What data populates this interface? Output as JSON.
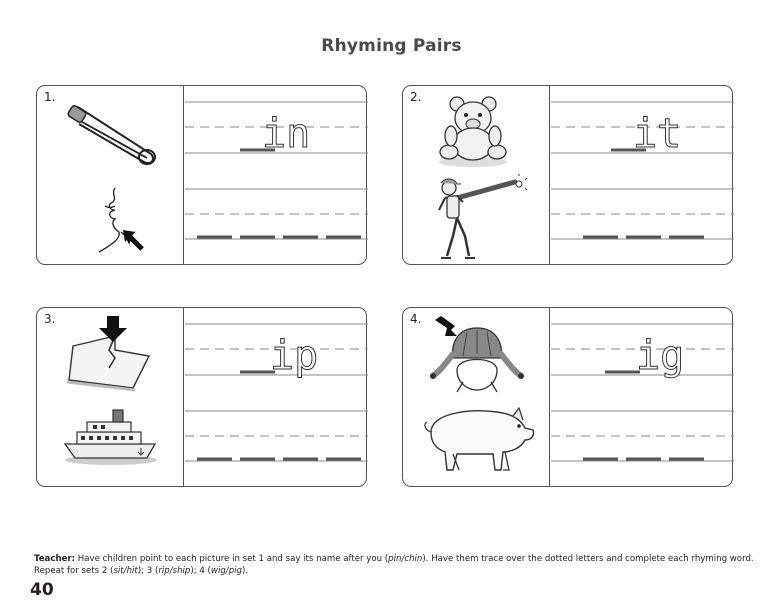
{
  "title": "Rhyming Pairs",
  "sets": [
    {
      "number": "1.",
      "pictures": [
        "safety-pin",
        "chin"
      ],
      "letters": "in"
    },
    {
      "number": "2.",
      "pictures": [
        "teddy-bear",
        "baseball-batter"
      ],
      "letters": "it"
    },
    {
      "number": "3.",
      "pictures": [
        "ripped-paper",
        "ship"
      ],
      "letters": "ip"
    },
    {
      "number": "4.",
      "pictures": [
        "wig",
        "pig"
      ],
      "letters": "ig"
    }
  ],
  "footer": {
    "label": "Teacher:",
    "text1": " Have children point to each picture in set 1 and say its name after you (",
    "ex1": "pin/chin",
    "text2": "). Have them trace over the dotted letters and complete each rhyming word. Repeat for sets 2 (",
    "ex2": "sit/hit",
    "text3": "); 3 (",
    "ex3": "rip/ship",
    "text4": "); 4 (",
    "ex4": "wig/pig",
    "text5": ")."
  },
  "page_number": "40"
}
